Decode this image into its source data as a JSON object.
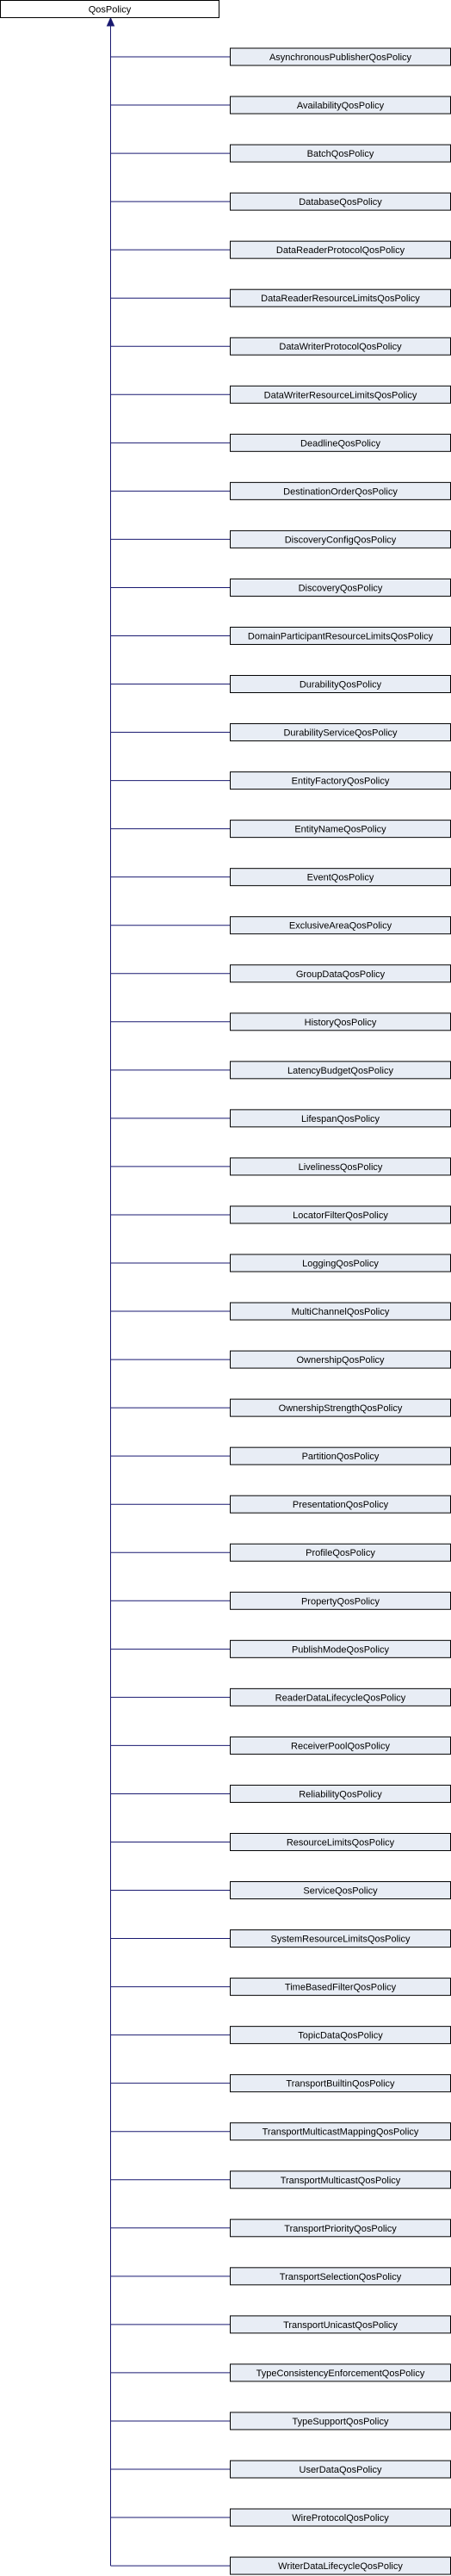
{
  "base_class": "QosPolicy",
  "derived_classes": [
    "AsynchronousPublisherQosPolicy",
    "AvailabilityQosPolicy",
    "BatchQosPolicy",
    "DatabaseQosPolicy",
    "DataReaderProtocolQosPolicy",
    "DataReaderResourceLimitsQosPolicy",
    "DataWriterProtocolQosPolicy",
    "DataWriterResourceLimitsQosPolicy",
    "DeadlineQosPolicy",
    "DestinationOrderQosPolicy",
    "DiscoveryConfigQosPolicy",
    "DiscoveryQosPolicy",
    "DomainParticipantResourceLimitsQosPolicy",
    "DurabilityQosPolicy",
    "DurabilityServiceQosPolicy",
    "EntityFactoryQosPolicy",
    "EntityNameQosPolicy",
    "EventQosPolicy",
    "ExclusiveAreaQosPolicy",
    "GroupDataQosPolicy",
    "HistoryQosPolicy",
    "LatencyBudgetQosPolicy",
    "LifespanQosPolicy",
    "LivelinessQosPolicy",
    "LocatorFilterQosPolicy",
    "LoggingQosPolicy",
    "MultiChannelQosPolicy",
    "OwnershipQosPolicy",
    "OwnershipStrengthQosPolicy",
    "PartitionQosPolicy",
    "PresentationQosPolicy",
    "ProfileQosPolicy",
    "PropertyQosPolicy",
    "PublishModeQosPolicy",
    "ReaderDataLifecycleQosPolicy",
    "ReceiverPoolQosPolicy",
    "ReliabilityQosPolicy",
    "ResourceLimitsQosPolicy",
    "ServiceQosPolicy",
    "SystemResourceLimitsQosPolicy",
    "TimeBasedFilterQosPolicy",
    "TopicDataQosPolicy",
    "TransportBuiltinQosPolicy",
    "TransportMulticastMappingQosPolicy",
    "TransportMulticastQosPolicy",
    "TransportPriorityQosPolicy",
    "TransportSelectionQosPolicy",
    "TransportUnicastQosPolicy",
    "TypeConsistencyEnforcementQosPolicy",
    "TypeSupportQosPolicy",
    "UserDataQosPolicy",
    "WireProtocolQosPolicy",
    "WriterDataLifecycleQosPolicy"
  ],
  "colors": {
    "base_fill": "#ffffff",
    "derived_fill": "#e8edf5",
    "box_border": "#000000",
    "edge": "#191970"
  }
}
